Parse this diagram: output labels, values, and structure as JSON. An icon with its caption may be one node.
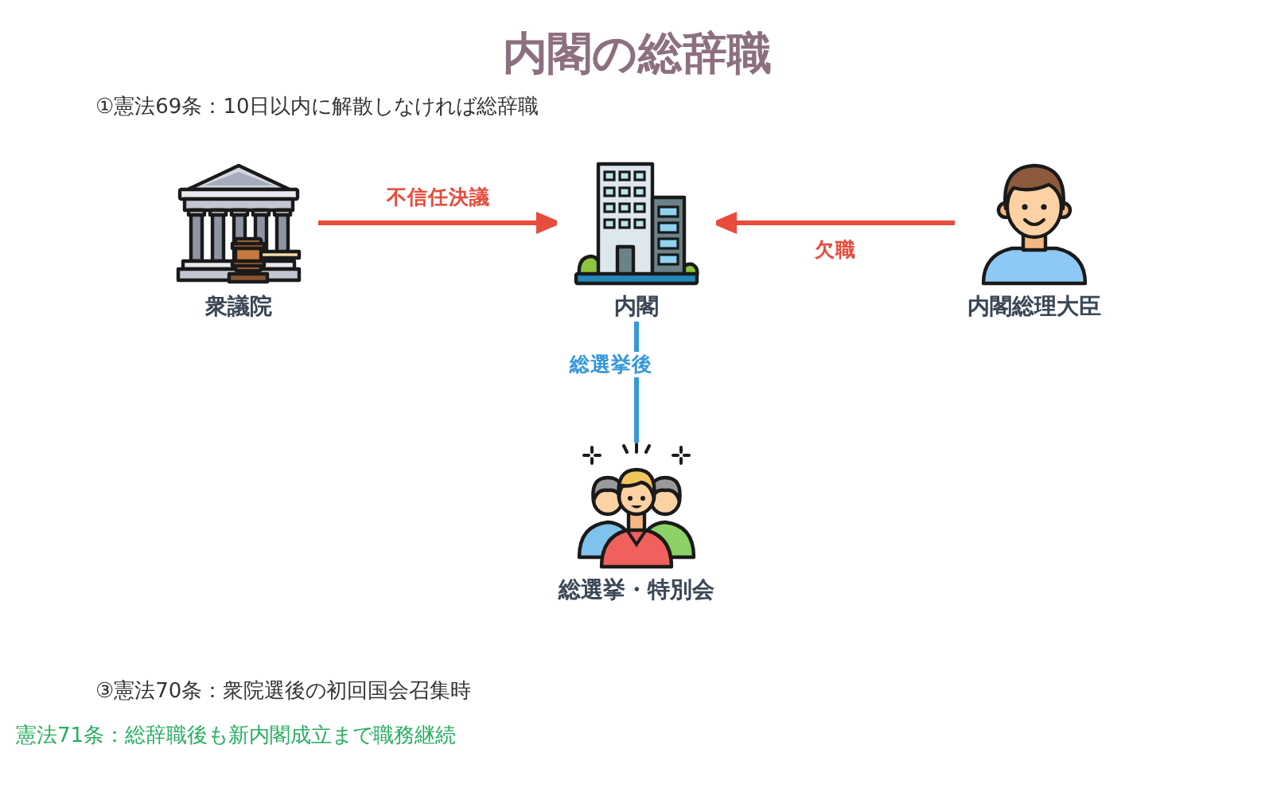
{
  "diagram": {
    "title": "内閣の総辞職",
    "nodes": [
      {
        "text": [
          "衆議院"
        ]
      },
      {
        "text": [
          "内閣"
        ]
      },
      {
        "text": [
          "内閣総理大臣"
        ]
      },
      {
        "text": [
          "総選挙・特別会"
        ]
      }
    ],
    "edges": [
      {
        "from": 0,
        "to": 1,
        "arrow": "to",
        "label": "不信任決議"
      },
      {
        "from": 2,
        "to": 1,
        "arrow": "to",
        "label": "欠職"
      },
      {
        "from": 1,
        "to": 3,
        "arrow": "none",
        "label": "総選挙後",
        "color": "#3498db"
      }
    ],
    "labels": [
      "①憲法69条：10日以内に解散しなければ総辞職",
      "③憲法70条：衆院選後の初回国会召集時",
      "憲法71条：総辞職後も新内閣成立まで職務継続"
    ]
  }
}
